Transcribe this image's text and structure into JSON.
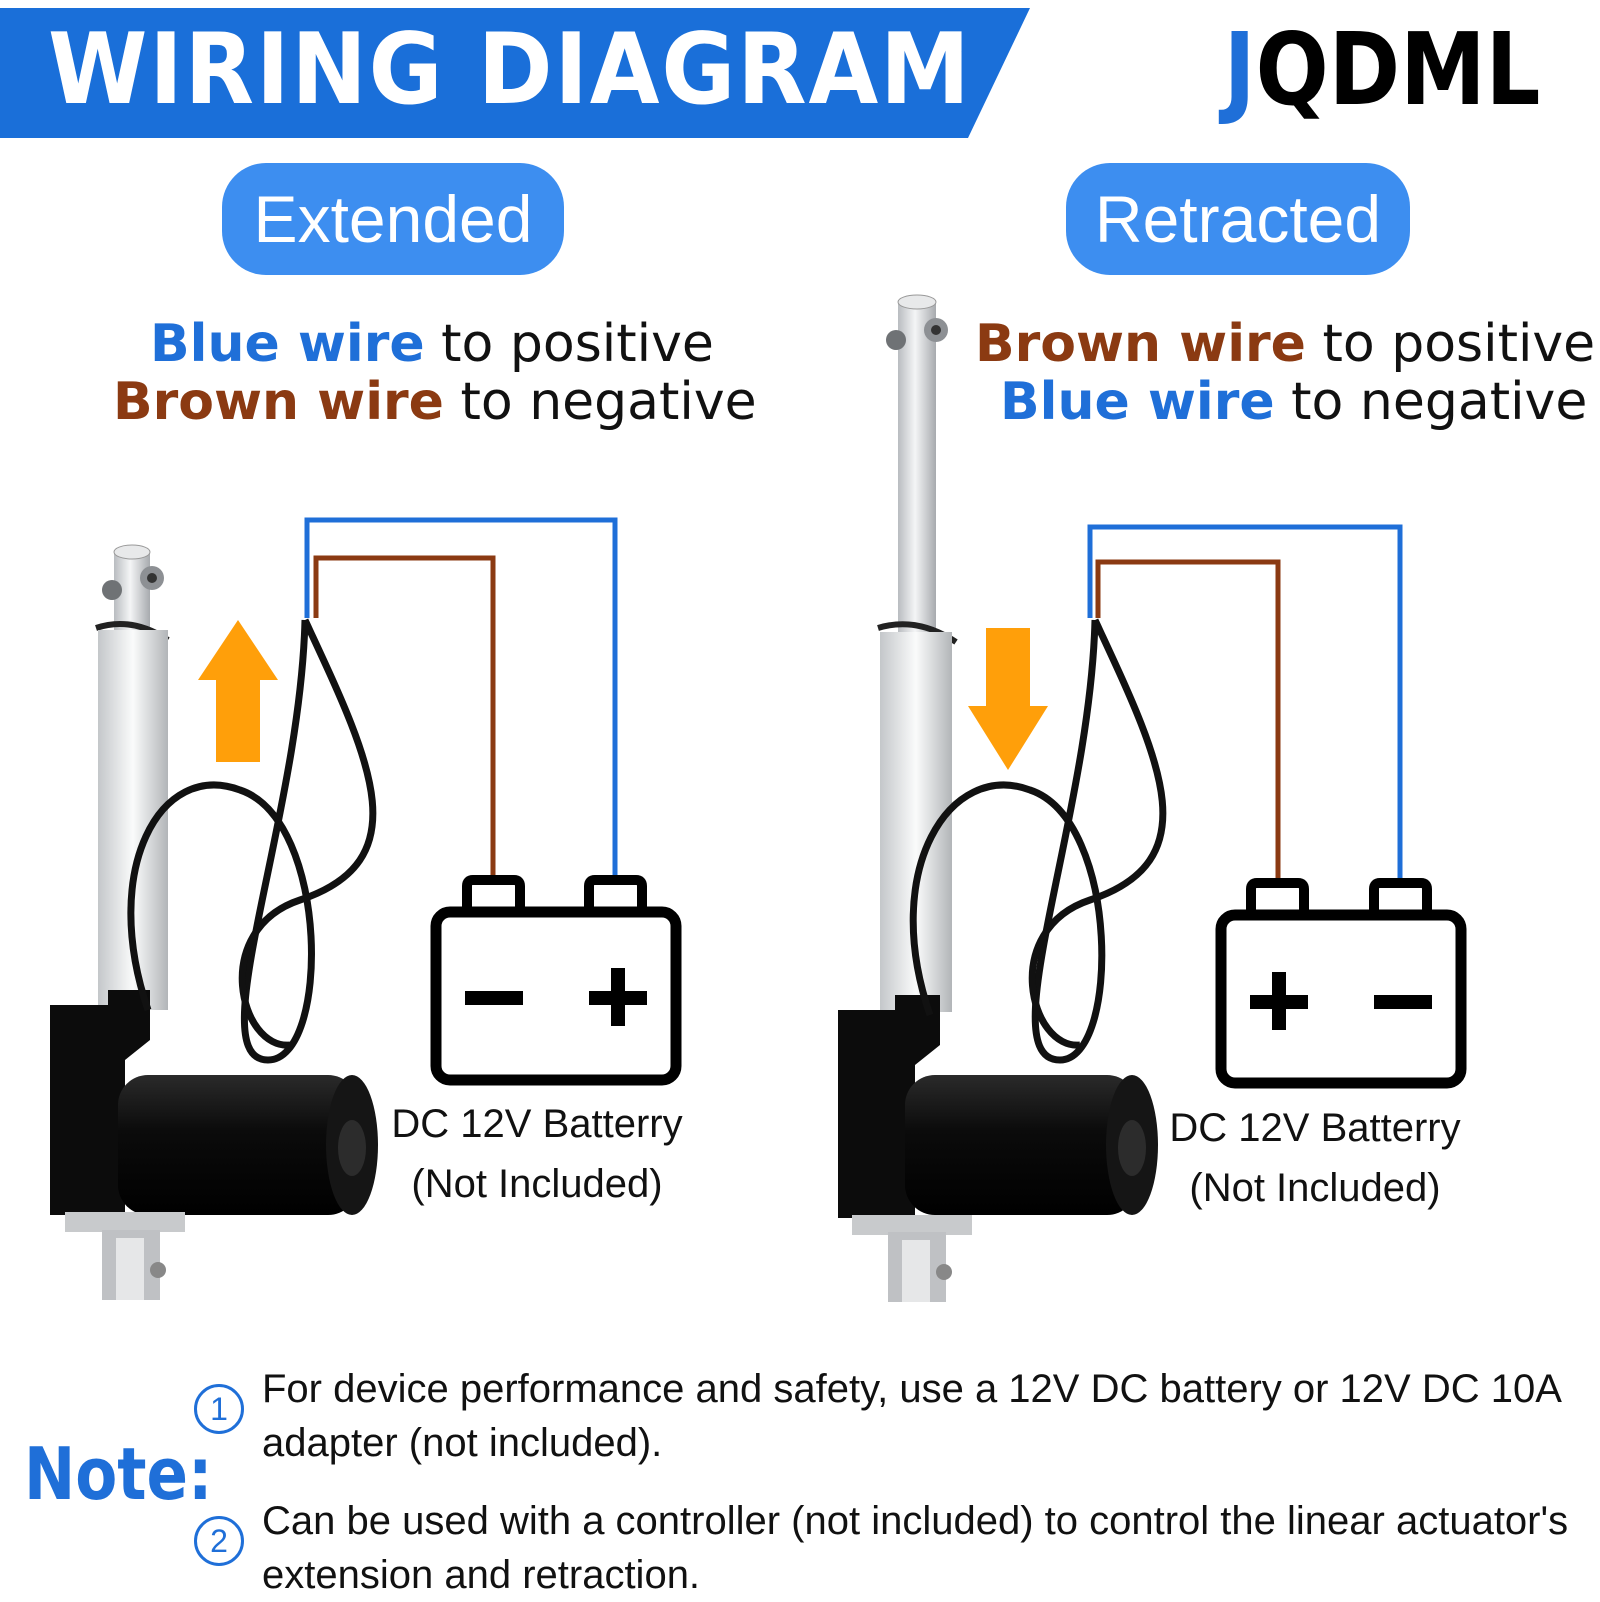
{
  "header": {
    "title": "WIRING DIAGRAM",
    "brand_first": "J",
    "brand_rest": "QDML",
    "banner_color": "#1a6fd9"
  },
  "panels": [
    {
      "state": "Extended",
      "line1_wire": "Blue wire",
      "line1_rest": " to positive",
      "line2_wire": "Brown wire",
      "line2_rest": " to negative",
      "battery_left": "−",
      "battery_right": "+",
      "battery_label_1": "DC 12V Batterry",
      "battery_label_2": "(Not Included)",
      "arrow": "up-arrow-icon"
    },
    {
      "state": "Retracted",
      "line1_wire": "Brown wire",
      "line1_rest": "  to positive",
      "line2_wire": "Blue wire",
      "line2_rest": " to negative",
      "battery_left": "+",
      "battery_right": "−",
      "battery_label_1": "DC 12V Batterry",
      "battery_label_2": "(Not Included)",
      "arrow": "down-arrow-icon"
    }
  ],
  "notes": {
    "label": "Note:",
    "items": [
      {
        "num": "1",
        "text": "For device performance and safety, use a 12V DC battery or 12V DC 10A adapter (not included)."
      },
      {
        "num": "2",
        "text": "Can be used with a controller (not included) to control the linear actuator's extension and retraction."
      }
    ]
  },
  "colors": {
    "blue_wire": "#1f6fd8",
    "brown_wire": "#8b3a12",
    "arrow": "#ff9f0a",
    "pill": "#3d8ef0"
  }
}
